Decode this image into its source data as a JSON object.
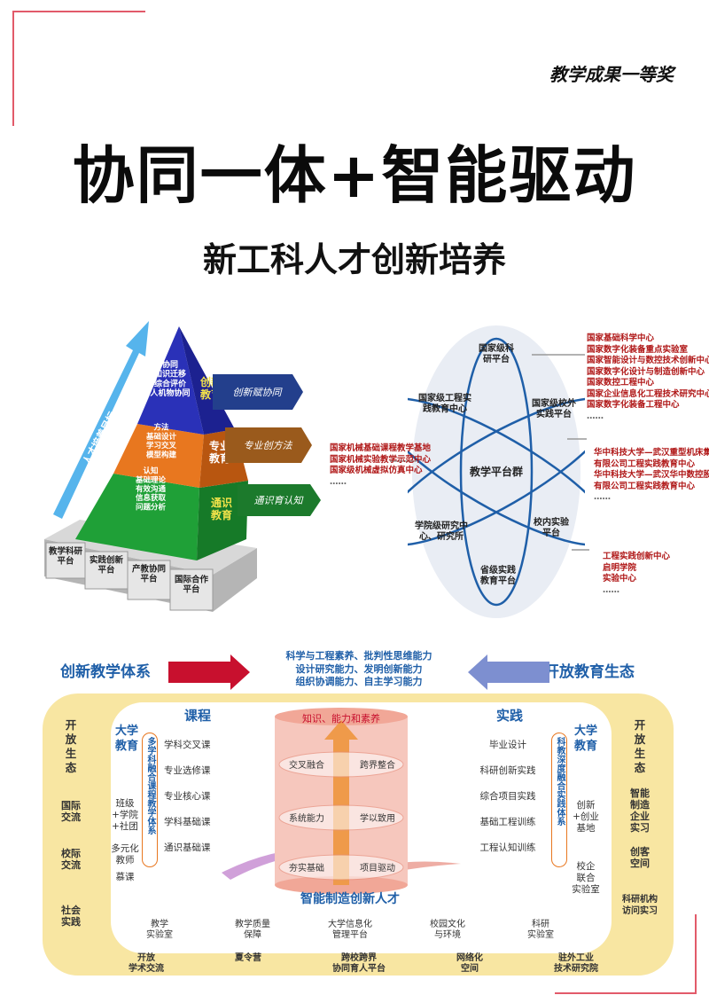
{
  "header": {
    "award": "教学成果一等奖",
    "title": "协同一体+智能驱动",
    "subtitle": "新工科人才创新培养"
  },
  "pyramid": {
    "arrow_text": "人才培养目标",
    "top": {
      "left": "协同\n知识迁移\n综合评价\n人机物协同",
      "right": "创新\n教育",
      "tag": "创新赋协同"
    },
    "mid": {
      "left": "方法\n基础设计\n学习交叉\n模型构建",
      "right": "专业\n教育",
      "tag": "专业创方法"
    },
    "low": {
      "left": "认知\n基础理论\n有效沟通\n信息获取\n问题分析",
      "right": "通识\n教育",
      "tag": "通识育认知"
    },
    "blocks": [
      "教学科研\n平台",
      "实践创新\n平台",
      "产教协同\n平台",
      "国际合作\n平台"
    ],
    "colors": {
      "top": "#2a31b8",
      "mid": "#e8771f",
      "low": "#1fa037",
      "tag_blue": "#233f8c",
      "tag_brown": "#9a5a1c",
      "tag_green": "#1c7a2c"
    }
  },
  "atom": {
    "center": "教学平台群",
    "nodes": [
      "国家级科\n研平台",
      "国家级校外\n实践平台",
      "校内实验\n平台",
      "省级实践\n教育平台",
      "学院级研究中\n心、研究所",
      "国家级工程实\n践教育中心"
    ],
    "right_top": [
      "国家基础科学中心",
      "国家数字化装备重点实验室",
      "国家智能设计与数控技术创新中心",
      "国家数字化设计与制造创新中心",
      "国家数控工程中心",
      "国家企业信息化工程技术研究中心",
      "国家数字化装备工程中心",
      "……"
    ],
    "right_mid": [
      "华中科技大学—武汉重型机床集",
      "有限公司工程实践教育中心",
      "华中科技大学—武汉华中数控股",
      "有限公司工程实践教育中心",
      "……"
    ],
    "right_low": [
      "工程实践创新中心",
      "启明学院",
      "实验中心",
      "……"
    ],
    "left_list": [
      "国家机械基础课程教学基地",
      "国家机械实验教学示范中心",
      "国家级机械虚拟仿真中心",
      "……"
    ]
  },
  "system": {
    "left_label": "创新教学体系",
    "right_label": "开放教育生态",
    "banner": [
      "科学与工程素养、批判性思维能力",
      "设计研究能力、发明创新能力",
      "组织协调能力、自主学习能力"
    ],
    "course_title": "课程",
    "practice_title": "实践",
    "left_col_title": "大学\n教育",
    "right_col_title": "大学\n教育",
    "left_oval": "多学科融合课程教学体系",
    "right_oval": "科教深度融合实践体系",
    "courses": [
      "学科交叉课",
      "专业选修课",
      "专业核心课",
      "学科基础课",
      "通识基础课"
    ],
    "practices": [
      "毕业设计",
      "科研创新实践",
      "综合项目实践",
      "基础工程训练",
      "工程认知训练"
    ],
    "left_inner_items": [
      "班级\n+学院\n+社团",
      "多元化\n教师",
      "慕课"
    ],
    "right_inner_items": [
      "创新\n+创业\n基地",
      "校企\n联合\n实验室"
    ],
    "cyl_top": "知识、能力和素养",
    "cyl_rows": [
      [
        "交叉融合",
        "跨界整合"
      ],
      [
        "系统能力",
        "学以致用"
      ],
      [
        "夯实基础",
        "项目驱动"
      ]
    ],
    "cyl_bottom": "智能制造创新人才",
    "bottom_inner": [
      "教学\n实验室",
      "教学质量\n保障",
      "大学信息化\n管理平台",
      "校园文化\n与环境",
      "科研\n实验室"
    ],
    "bottom_outer": [
      "开放\n学术交流",
      "夏令营",
      "跨校跨界\n协同育人平台",
      "网络化\n空间",
      "驻外工业\n技术研究院"
    ],
    "left_outer": [
      "开\n放\n生\n态",
      "国际\n交流",
      "校际\n交流",
      "社会\n实践"
    ],
    "right_outer": [
      "开\n放\n生\n态",
      "智能\n制造\n企业\n实习",
      "创客\n空间",
      "科研机构\n访问实习"
    ],
    "colors": {
      "accent_blue": "#1f5fa8",
      "frame": "#f8e6a2",
      "arrow_red": "#c8102e"
    }
  }
}
